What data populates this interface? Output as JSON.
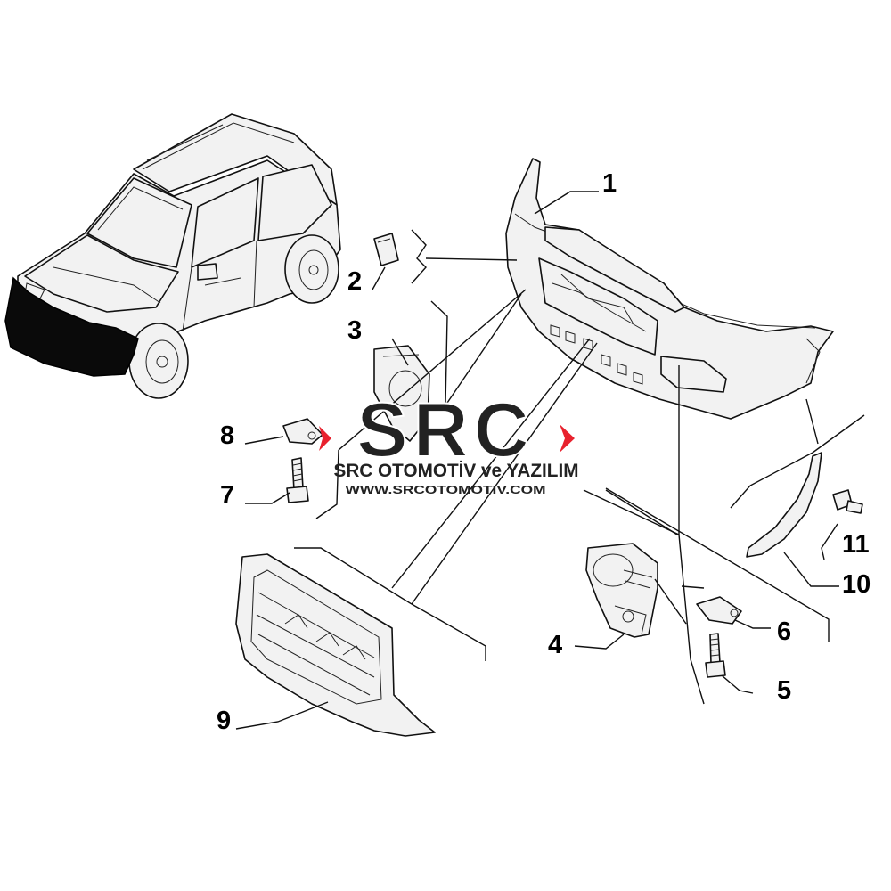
{
  "callouts": [
    {
      "id": "1",
      "label": "1"
    },
    {
      "id": "2",
      "label": "2"
    },
    {
      "id": "3",
      "label": "3"
    },
    {
      "id": "4",
      "label": "4"
    },
    {
      "id": "5",
      "label": "5"
    },
    {
      "id": "6",
      "label": "6"
    },
    {
      "id": "7",
      "label": "7"
    },
    {
      "id": "8",
      "label": "8"
    },
    {
      "id": "9",
      "label": "9"
    },
    {
      "id": "10",
      "label": "10"
    },
    {
      "id": "11",
      "label": "11"
    }
  ],
  "watermark": {
    "logo": "SRC",
    "company": "SRC OTOMOTİV ve YAZILIM",
    "website": "WWW.SRCOTOMOTIV.COM",
    "colors": {
      "logo": "#222222",
      "accent": "#e8222e"
    }
  }
}
